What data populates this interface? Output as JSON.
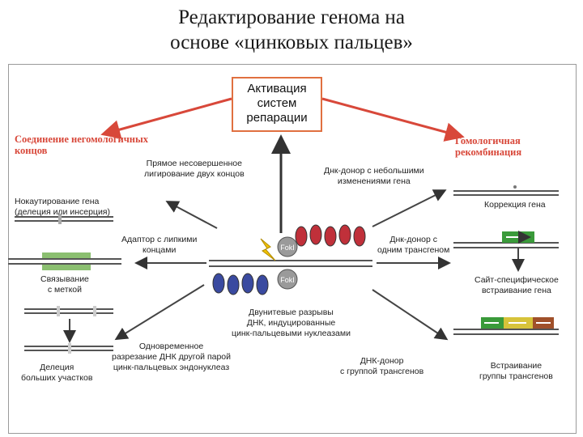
{
  "title_line1": "Редактирование генома на",
  "title_line2": "основе «цинковых пальцев»",
  "center_box": {
    "line1": "Активация",
    "line2": "систем",
    "line3": "репарации"
  },
  "left_heading": {
    "line1": "Соединение негомологичных",
    "line2": "концов"
  },
  "right_heading": {
    "line1": "Гомологичная",
    "line2": "рекомбинация"
  },
  "labels": {
    "direct_ligation": {
      "line1": "Прямое несовершенное",
      "line2": "лигирование двух концов"
    },
    "knockout": {
      "line1": "Нокаутирование гена",
      "line2": "(делеция или инсерция)"
    },
    "adapter": {
      "line1": "Адаптор с липкими",
      "line2": "концами"
    },
    "tag": {
      "line1": "Связывание",
      "line2": "с меткой"
    },
    "simultaneous": {
      "line1": "Одновременное",
      "line2": "разрезание ДНК другой парой",
      "line3": "цинк-пальцевых эндонуклеаз"
    },
    "large_deletion": {
      "line1": "Делеция",
      "line2": "больших участков"
    },
    "donor_small": {
      "line1": "Днк-донор с небольшими",
      "line2": "изменениями гена"
    },
    "correction": "Коррекция гена",
    "donor_one": {
      "line1": "Днк-донор с",
      "line2": "одним трансгеном"
    },
    "site_specific": {
      "line1": "Сайт-специфическое",
      "line2": "встраивание гена"
    },
    "donor_group": {
      "line1": "ДНК-донор",
      "line2": "с группой трансгенов"
    },
    "group_insert": {
      "line1": "Встраивание",
      "line2": "группы трансгенов"
    },
    "dsb": {
      "line1": "Двунитевые разрывы",
      "line2": "ДНК, индуцированные",
      "line3": "цинк-пальцевыми нуклеазами"
    },
    "fok1": "FokI",
    "fok2": "FokI"
  },
  "colors": {
    "arrow_red": "#d8483a",
    "box_border": "#e07040",
    "green": "#3a9a3a",
    "yellow": "#d7c33a",
    "brown": "#a0502a",
    "nuclease_red": "#c0303a",
    "nuclease_blue": "#3a4aa0"
  }
}
